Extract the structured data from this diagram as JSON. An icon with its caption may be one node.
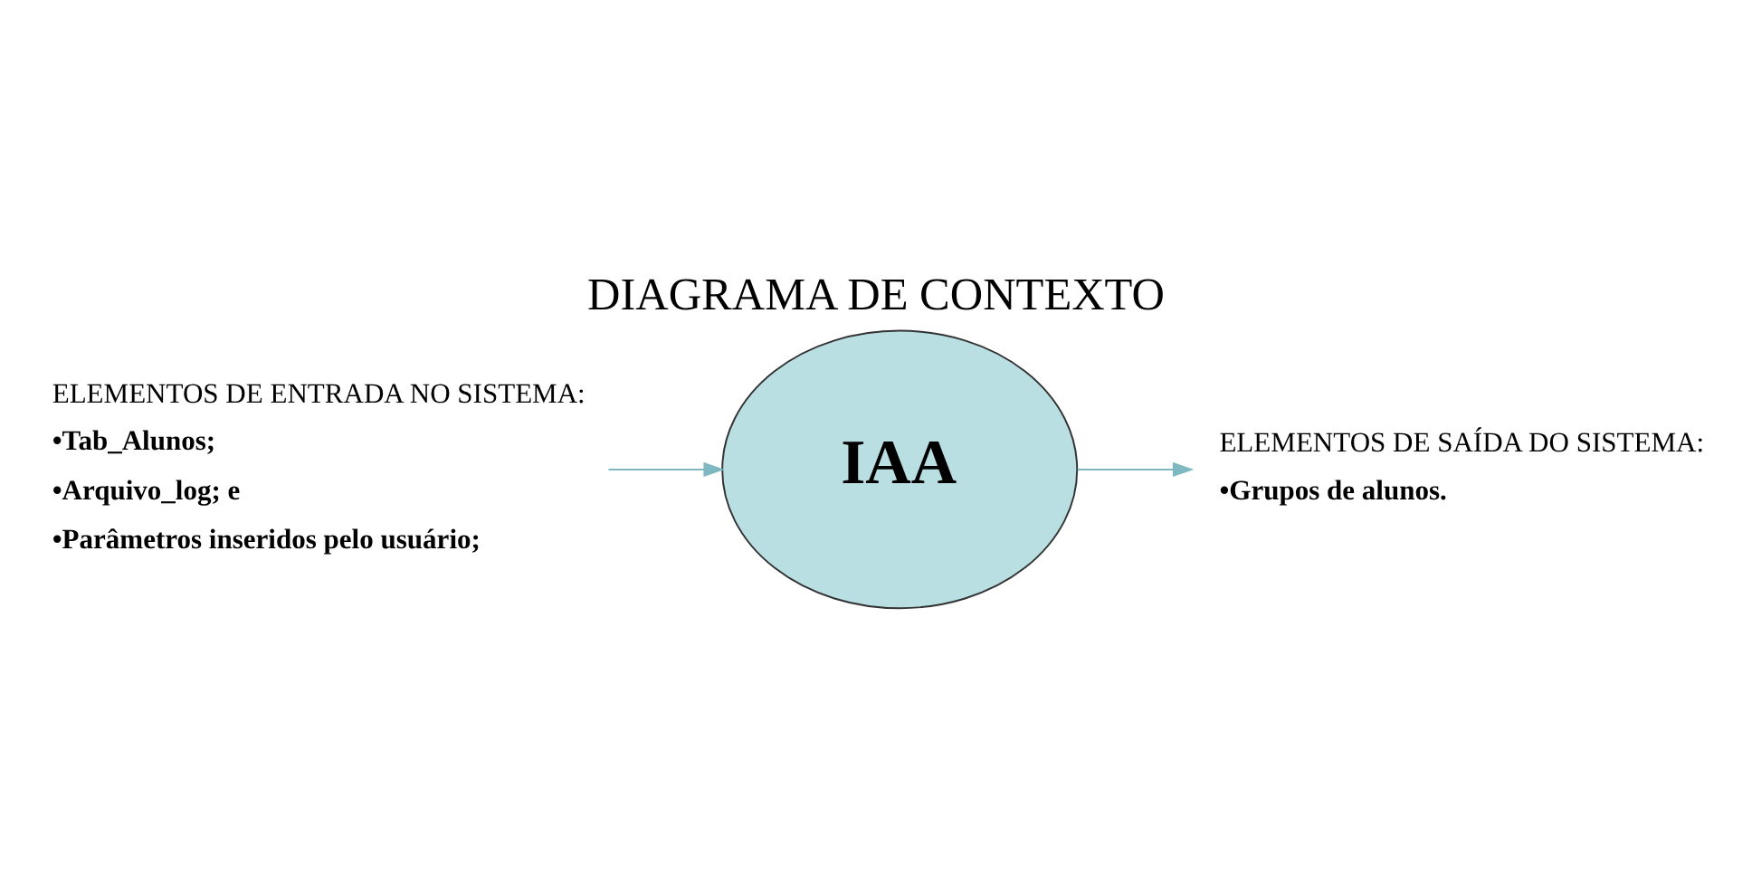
{
  "diagram": {
    "title": "DIAGRAMA DE CONTEXTO",
    "nodes": [
      {
        "text": [
          "ELEMENTOS DE ENTRADA NO SISTEMA:",
          "•Tab_Alunos;",
          "•Arquivo_log; e",
          "•Parâmetros inseridos pelo usuário;"
        ]
      },
      {
        "text": [
          "IAA"
        ]
      },
      {
        "text": [
          "ELEMENTOS DE SAÍDA DO SISTEMA:",
          "•Grupos de alunos."
        ]
      }
    ],
    "edges": [
      {
        "from": 0,
        "to": 1,
        "arrow": "to"
      },
      {
        "from": 1,
        "to": 2,
        "arrow": "to"
      }
    ]
  }
}
